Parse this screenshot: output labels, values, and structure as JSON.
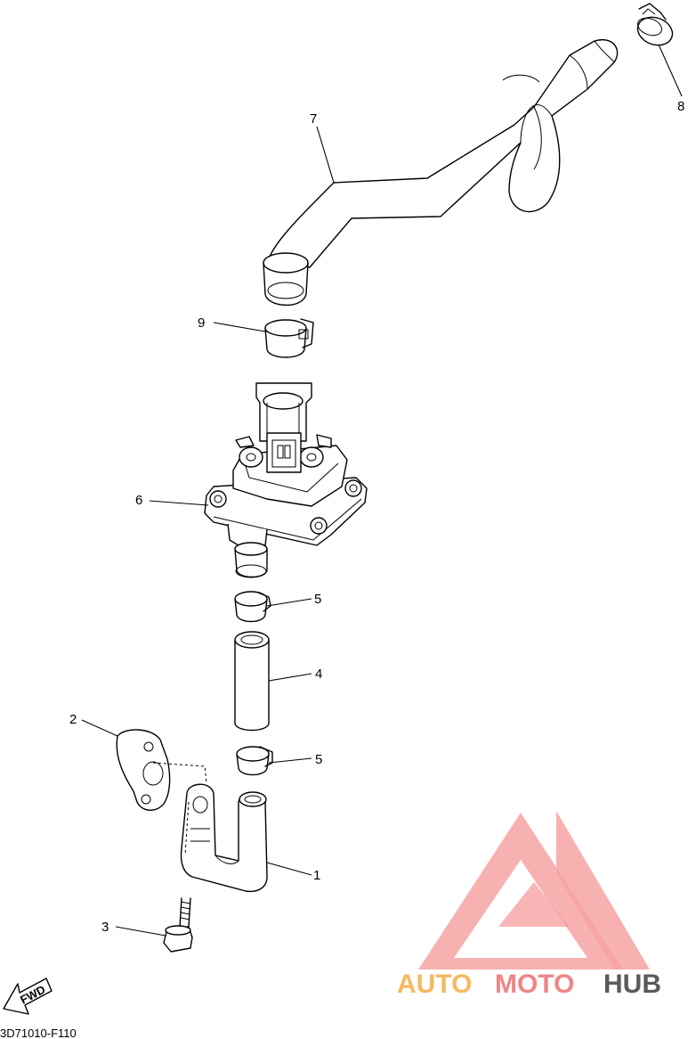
{
  "diagram_code": "3D71010-F110",
  "direction_badge": "FWD",
  "callouts": [
    "1",
    "2",
    "3",
    "4",
    "5",
    "5",
    "6",
    "7",
    "8",
    "9"
  ],
  "watermark": {
    "auto": "AUTO",
    "moto": "MOTO",
    "hub": "HUB",
    "logo_color": "#f59a9a",
    "auto_color": "#f6b860",
    "moto_color": "#ef8585",
    "hub_color": "#5a5a5a"
  }
}
